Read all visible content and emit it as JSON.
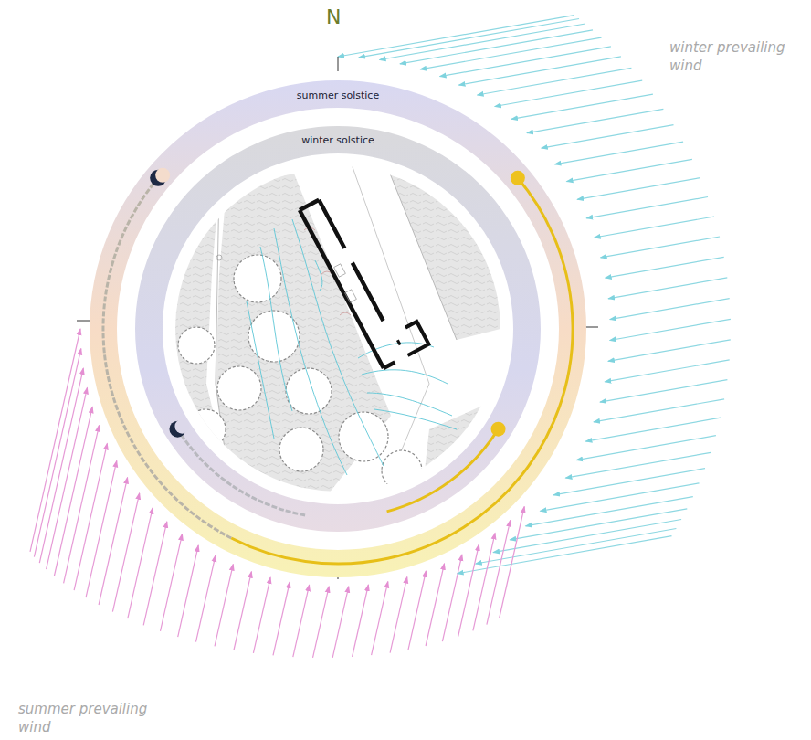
{
  "diagram": {
    "nodes": [
      {
        "text": [
          "summer solstice"
        ]
      },
      {
        "text": [
          "winter solstice"
        ],
        "in": 0
      }
    ],
    "labels": [
      "N",
      "winter prevailing wind",
      "summer prevailing wind"
    ]
  }
}
